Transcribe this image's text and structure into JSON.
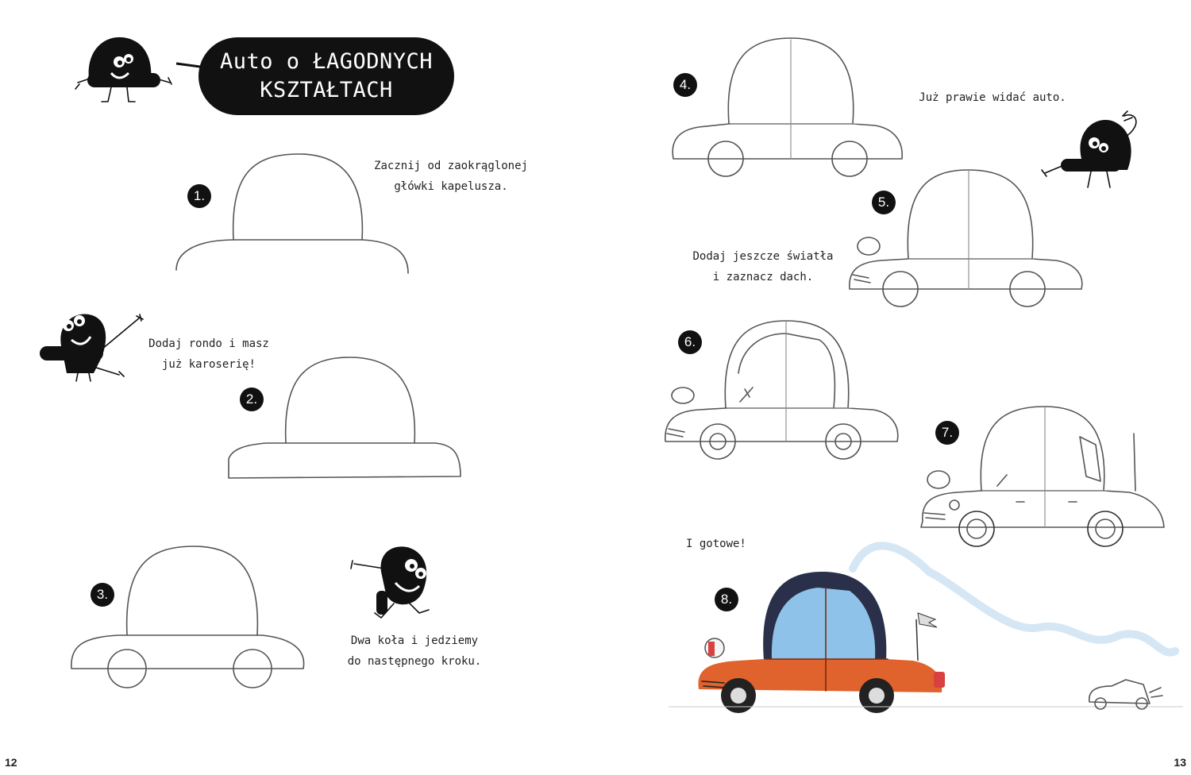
{
  "title": {
    "line1": "Auto o ŁAGODNYCH",
    "line2": "KSZTAŁTACH"
  },
  "steps": [
    {
      "number": "1.",
      "text_lines": [
        "Zacznij od zaokrąglonej",
        "główki kapelusza."
      ]
    },
    {
      "number": "2.",
      "text_lines": [
        "Dodaj rondo i masz",
        "już karoserię!"
      ]
    },
    {
      "number": "3.",
      "text_lines": [
        "Dwa koła i jedziemy",
        "do następnego kroku."
      ]
    },
    {
      "number": "4.",
      "text_lines": [
        "Już prawie widać auto."
      ]
    },
    {
      "number": "5.",
      "text_lines": [
        "Dodaj jeszcze światła",
        "i zaznacz dach."
      ]
    },
    {
      "number": "6.",
      "text_lines": []
    },
    {
      "number": "7.",
      "text_lines": []
    },
    {
      "number": "8.",
      "text_lines": [
        "I gotowe!"
      ]
    }
  ],
  "page_numbers": {
    "left": "12",
    "right": "13"
  },
  "colors": {
    "ink": "#111111",
    "car_body": "#e0622c",
    "car_roof": "#2a2f4a",
    "car_glass": "#8fc2e8"
  }
}
